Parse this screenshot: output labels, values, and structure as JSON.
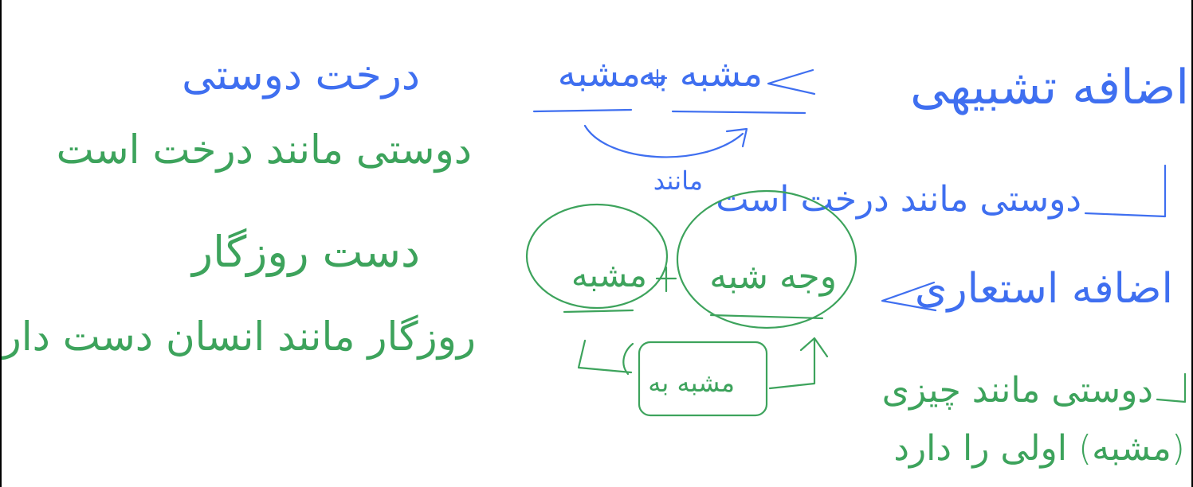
{
  "colors": {
    "blue": "#3f6ff0",
    "green": "#3da35c",
    "border": "#000000"
  },
  "notes": {
    "blue_title": "اضافه تشبیهی",
    "blue_formula_left": "مشبه به",
    "blue_formula_right": "مشبه",
    "blue_under_arc": "مانند",
    "blue_example_explain": "دوستی مانند درخت است",
    "blue_title_2": "اضافه استعاری",
    "green_circle_left": "مشبه",
    "green_circle_right": "وجه شبه",
    "green_box": "مشبه به",
    "green_explain_1": "دوستی مانند چیزی",
    "green_explain_2": "(مشبه) اولی را دارد",
    "left_ex1_title": "درخت دوستی",
    "left_ex1_explain": "دوستی مانند درخت است",
    "left_ex2_title": "دست روزگار",
    "left_ex2_explain": "روزگار مانند انسان دست دارد"
  }
}
